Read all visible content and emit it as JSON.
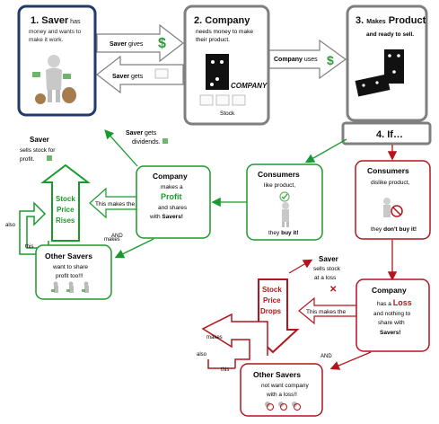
{
  "colors": {
    "blue": "#1f3a6b",
    "gray": "#7f7f7f",
    "green": "#1a9a2c",
    "red": "#b2151b",
    "money": "#2e9b3a"
  },
  "box1": {
    "num": "1.",
    "title": "Saver",
    "rest": " has",
    "line2": "money and wants to",
    "line3": "make it work."
  },
  "box2": {
    "num": "2.",
    "title": "Company",
    "line2": "needs money to make",
    "line3": "their product.",
    "stock_label": "Stock",
    "logo": "COMPANY"
  },
  "box3": {
    "num": "3.",
    "title_small": "Makes",
    "title": "Product",
    "line2": "and ready to sell."
  },
  "box4": {
    "label": "4.  If…"
  },
  "arrow_saver_gives": {
    "bold": "Saver",
    "rest": " gives"
  },
  "arrow_saver_gets": {
    "bold": "Saver",
    "rest": " gets"
  },
  "arrow_company_uses": {
    "bold": "Company",
    "rest": " uses"
  },
  "dividends": {
    "bold": "Saver",
    "rest": " gets",
    "line2": "dividends."
  },
  "sells_profit": {
    "bold": "Saver",
    "line2": "sells stock for",
    "line3": "profit."
  },
  "rises": {
    "l1": "Stock",
    "l2": "Price",
    "l3": "Rises"
  },
  "company_profit": {
    "title": "Company",
    "l2": "makes a",
    "l3": "Profit",
    "l4": "and shares",
    "l5a": "with ",
    "l5b": "Savers!"
  },
  "consumers_like": {
    "title": "Consumers",
    "l2": "like product,",
    "l3a": "they ",
    "l3b": "buy it!"
  },
  "consumers_dislike": {
    "title": "Consumers",
    "l2": "dislike product,",
    "l3a": "they ",
    "l3b": "don't buy it!"
  },
  "other_savers_good": {
    "title": "Other Savers",
    "l2": "want to share",
    "l3": "profit too!!!"
  },
  "labels_green": {
    "this_makes_the": "This makes the",
    "and": "AND",
    "also": "also",
    "this": "this",
    "makes": "makes"
  },
  "sells_loss": {
    "bold": "Saver",
    "l2": "sells stock",
    "l3": "at a loss"
  },
  "drops": {
    "l1": "Stock",
    "l2": "Price",
    "l3": "Drops"
  },
  "company_loss": {
    "title": "Company",
    "l2a": "has a ",
    "l2b": "Loss",
    "l3": "and nothing to",
    "l4": "share with",
    "l5": "Savers!"
  },
  "labels_red": {
    "this_makes_the": "This makes the",
    "and": "AND",
    "also": "also",
    "this": "this",
    "makes": "makes"
  },
  "other_savers_bad": {
    "title": "Other Savers",
    "l2": "not want company",
    "l3": "with a loss!!"
  }
}
